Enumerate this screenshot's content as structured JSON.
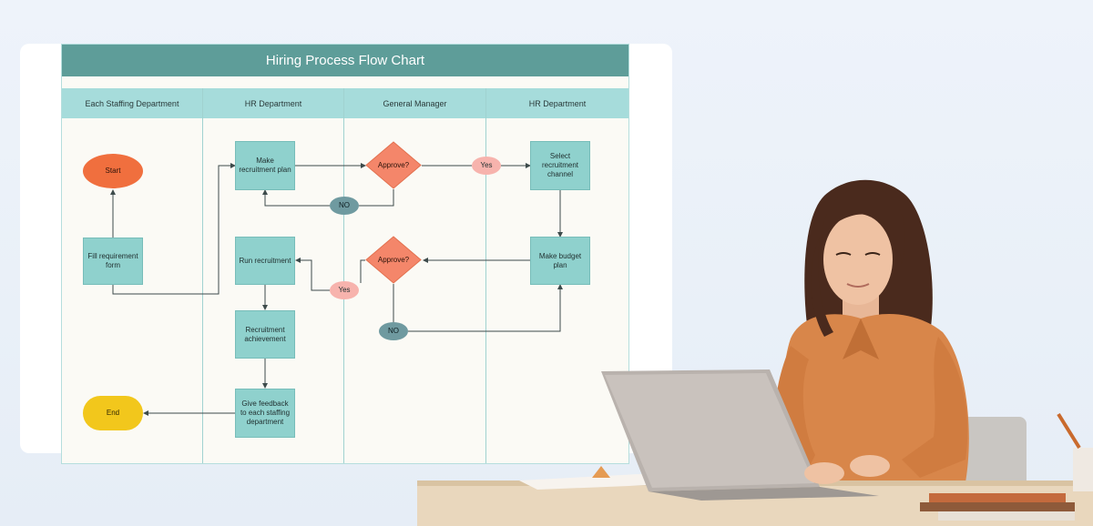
{
  "diagram": {
    "title": "Hiring Process Flow Chart",
    "lanes": [
      {
        "label": "Each Staffing Department"
      },
      {
        "label": "HR Department"
      },
      {
        "label": "General Manager"
      },
      {
        "label": "HR Department"
      }
    ],
    "nodes": {
      "start": "Start",
      "fill_form": "Fill requirement form",
      "make_plan": "Make recruitment plan",
      "approve_1": "Approve?",
      "yes_1": "Yes",
      "no_1": "NO",
      "select_channel": "Select recruitment channel",
      "budget_plan": "Make budget plan",
      "approve_2": "Approve?",
      "yes_2": "Yes",
      "no_2": "NO",
      "run_recruitment": "Run recruitment",
      "achievement": "Recruitment achievement",
      "feedback": "Give feedback to each staffing department",
      "end": "End"
    },
    "colors": {
      "title_bar": "#5e9d99",
      "lane_header": "#a6dcdb",
      "process": "#8fd1cd",
      "start": "#f06f3e",
      "end": "#f2c71c",
      "decision": "#f4866a",
      "yes": "#f7b3ad",
      "no": "#6f9aa0"
    }
  },
  "scene": {
    "icons": [
      "woman-with-laptop-illustration",
      "laptop-icon",
      "desk-icon",
      "chair-icon",
      "pencil-cup-icon",
      "books-icon"
    ]
  }
}
